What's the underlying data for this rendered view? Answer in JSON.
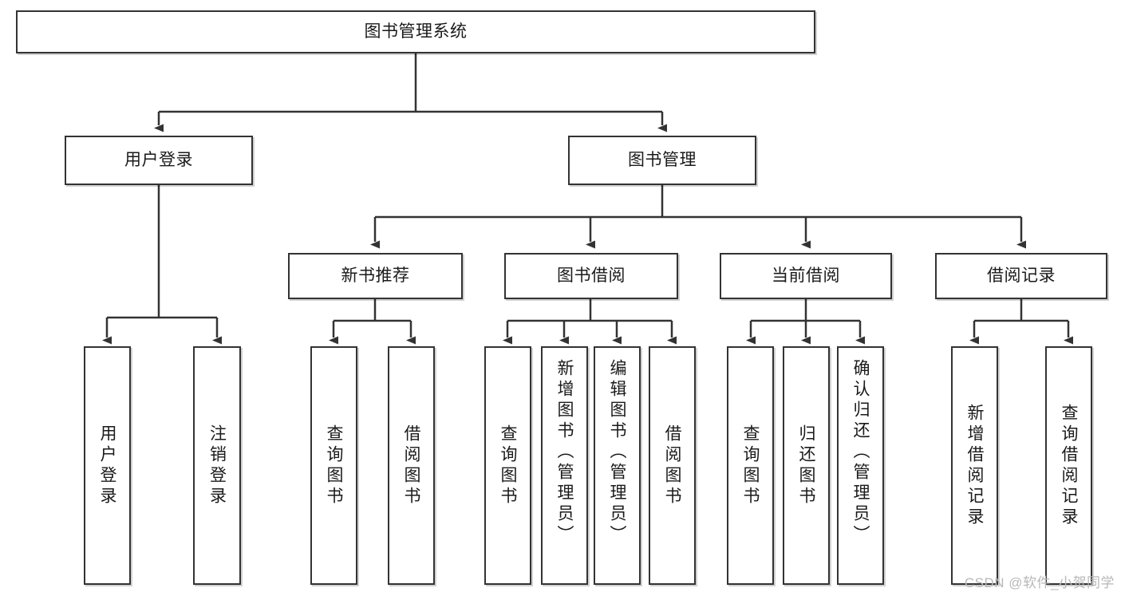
{
  "diagram": {
    "type": "tree-hierarchy-chart",
    "title": "图书管理系统",
    "stroke_color": "#333333",
    "background_color": "#ffffff",
    "text_color": "#1a1a1a"
  },
  "nodes": {
    "root": {
      "label": "图书管理系统"
    },
    "level2": [
      {
        "label": "用户登录"
      },
      {
        "label": "图书管理"
      }
    ],
    "level3": [
      {
        "label": "新书推荐"
      },
      {
        "label": "图书借阅"
      },
      {
        "label": "当前借阅"
      },
      {
        "label": "借阅记录"
      }
    ],
    "leaves_user_login": [
      {
        "label": "用户登录"
      },
      {
        "label": "注销登录"
      }
    ],
    "leaves_new_book": [
      {
        "label": "查询图书"
      },
      {
        "label": "借阅图书"
      }
    ],
    "leaves_book_borrow": [
      {
        "label": "查询图书"
      },
      {
        "label": "新增图书（管理员）"
      },
      {
        "label": "编辑图书（管理员）"
      },
      {
        "label": "借阅图书"
      }
    ],
    "leaves_current_borrow": [
      {
        "label": "查询图书"
      },
      {
        "label": "归还图书"
      },
      {
        "label": "确认归还（管理员）"
      }
    ],
    "leaves_borrow_record": [
      {
        "label": "新增借阅记录"
      },
      {
        "label": "查询借阅记录"
      }
    ]
  },
  "watermark": {
    "text": "CSDN @软件_小贺同学"
  }
}
